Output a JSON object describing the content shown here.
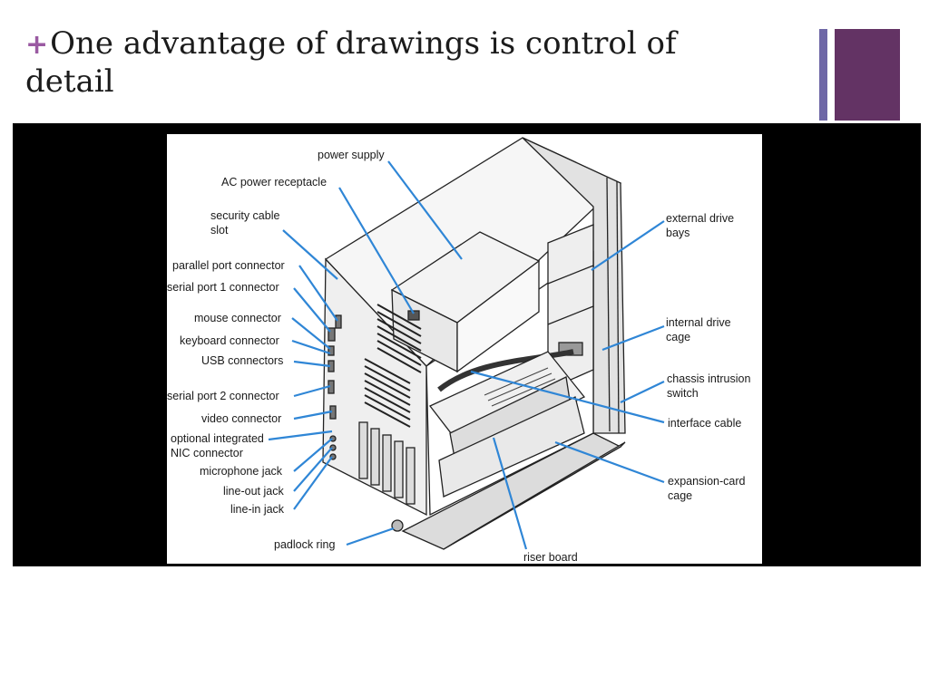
{
  "slide": {
    "title_line1": "One advantage of drawings is control of",
    "title_line2": "detail",
    "bullet_icon": "plus-icon",
    "colors": {
      "accent": "#633364",
      "accent_thin": "#6e67a6",
      "bullet": "#9a5aa2",
      "frame": "#000000",
      "pointer": "#2f86d6"
    }
  },
  "diagram": {
    "labels": {
      "power_supply": "power supply",
      "ac_power_receptacle": "AC power receptacle",
      "security_cable_slot_1": "security cable",
      "security_cable_slot_2": "slot",
      "parallel_port_connector": "parallel port connector",
      "serial_port_1_connector": "serial port 1 connector",
      "mouse_connector": "mouse connector",
      "keyboard_connector": "keyboard connector",
      "usb_connectors": "USB connectors",
      "serial_port_2_connector": "serial port 2 connector",
      "video_connector": "video connector",
      "nic_connector_1": "optional integrated",
      "nic_connector_2": "NIC connector",
      "microphone_jack": "microphone jack",
      "line_out_jack": "line-out jack",
      "line_in_jack": "line-in jack",
      "padlock_ring": "padlock ring",
      "riser_board": "riser board",
      "external_drive_bays_1": "external drive",
      "external_drive_bays_2": "bays",
      "internal_drive_cage_1": "internal drive",
      "internal_drive_cage_2": "cage",
      "chassis_intrusion_switch_1": "chassis intrusion",
      "chassis_intrusion_switch_2": "switch",
      "interface_cable": "interface cable",
      "expansion_card_cage_1": "expansion-card",
      "expansion_card_cage_2": "cage"
    }
  }
}
